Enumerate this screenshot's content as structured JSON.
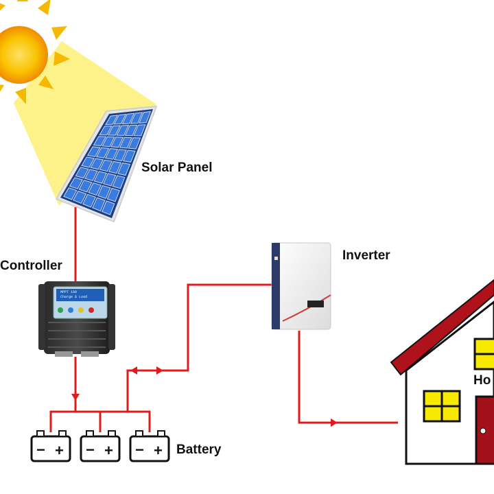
{
  "labels": {
    "solar_panel": "Solar Panel",
    "controller": "Controller",
    "inverter": "Inverter",
    "battery": "Battery",
    "house": "Ho"
  },
  "controller_display": {
    "line1": "MPPT 100",
    "line2": "Charge & Load"
  },
  "battery": {
    "count": 3,
    "minus_symbol": "−",
    "plus_symbol": "+"
  },
  "colors": {
    "wire": "#e11b1b",
    "sun": "#f6b800",
    "sunbeam": "#fdf184",
    "panel_cell": "#2f6fd6",
    "roof": "#b0121b",
    "window": "#f7ea00",
    "door": "#a3111a"
  }
}
